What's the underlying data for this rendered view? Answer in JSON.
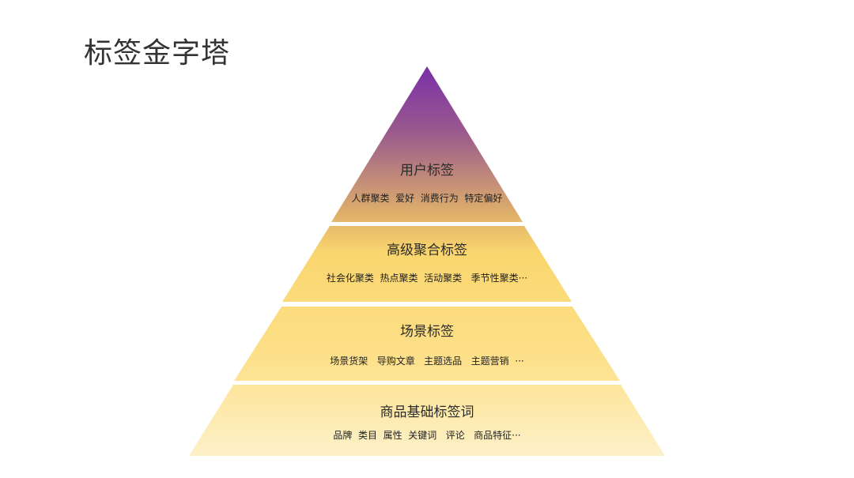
{
  "title": "标签金字塔",
  "colors": {
    "apex": "#7a35a8",
    "upper": "#e2b36a",
    "middle": "#fbd870",
    "base": "#fdf0c4"
  },
  "tiers": [
    {
      "label": "用户标签",
      "items": "人群聚类  爱好  消费行为  特定偏好"
    },
    {
      "label": "高级聚合标签",
      "items": "社会化聚类  热点聚类  活动聚类   季节性聚类···"
    },
    {
      "label": "场景标签",
      "items": "场景货架   导购文章   主题选品   主题营销  ···"
    },
    {
      "label": "商品基础标签词",
      "items": "品牌  类目  属性  关键词   评论   商品特征···"
    }
  ]
}
